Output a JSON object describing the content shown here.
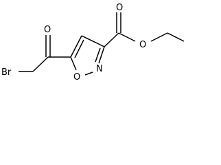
{
  "molecule": {
    "atom_labels": {
      "bromine": "Br",
      "ketone_oxygen": "O",
      "ring_oxygen": "O",
      "ring_nitrogen": "N",
      "ester_carbonyl_oxygen": "O",
      "ester_ether_oxygen": "O"
    }
  }
}
